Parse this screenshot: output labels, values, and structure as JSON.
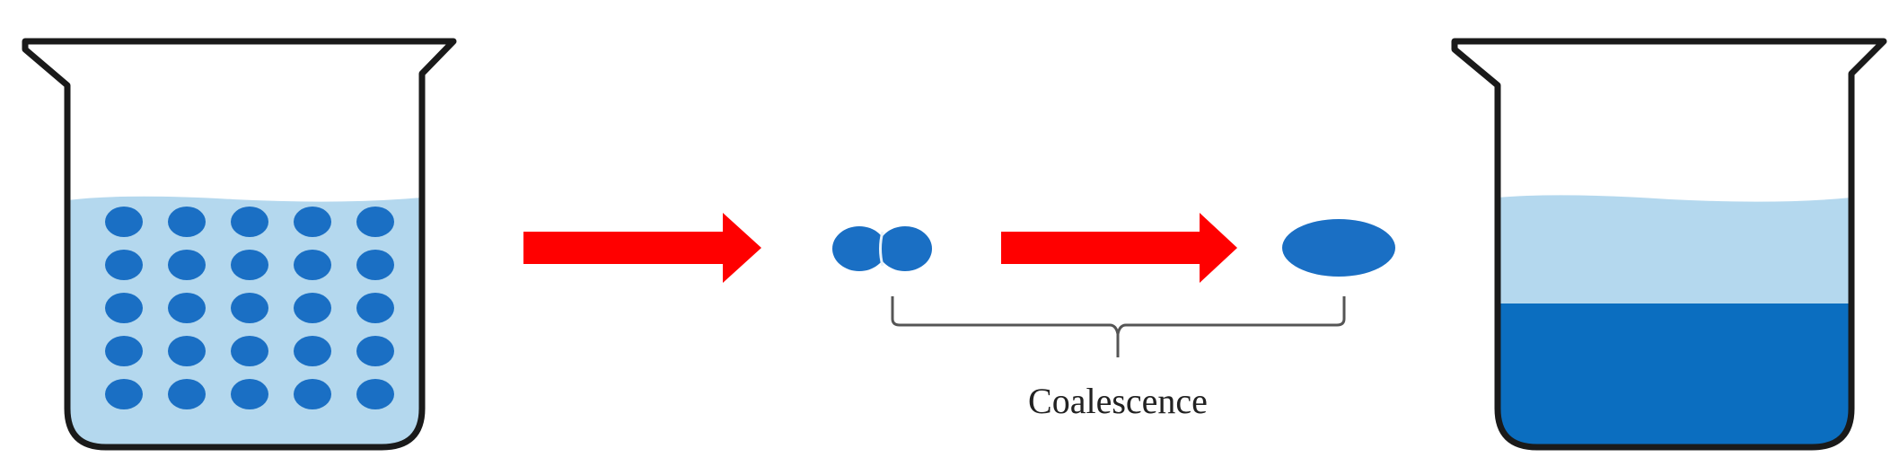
{
  "diagram": {
    "caption": "Coalescence",
    "colors": {
      "liquid": "#b4d8ee",
      "droplet": "#1a6fc4",
      "separated_layer": "#0b6ec0",
      "arrow": "#ff0000",
      "outline": "#1a1a1a"
    },
    "stages": [
      {
        "name": "emulsion-beaker",
        "description_icon": "beaker-with-droplets-icon",
        "droplet_rows": 5,
        "droplet_cols": 5
      },
      {
        "name": "droplets-merging",
        "description_icon": "two-droplets-icon"
      },
      {
        "name": "merged-droplet",
        "description_icon": "merged-droplet-icon"
      },
      {
        "name": "separated-beaker",
        "description_icon": "beaker-separated-layers-icon"
      }
    ]
  }
}
